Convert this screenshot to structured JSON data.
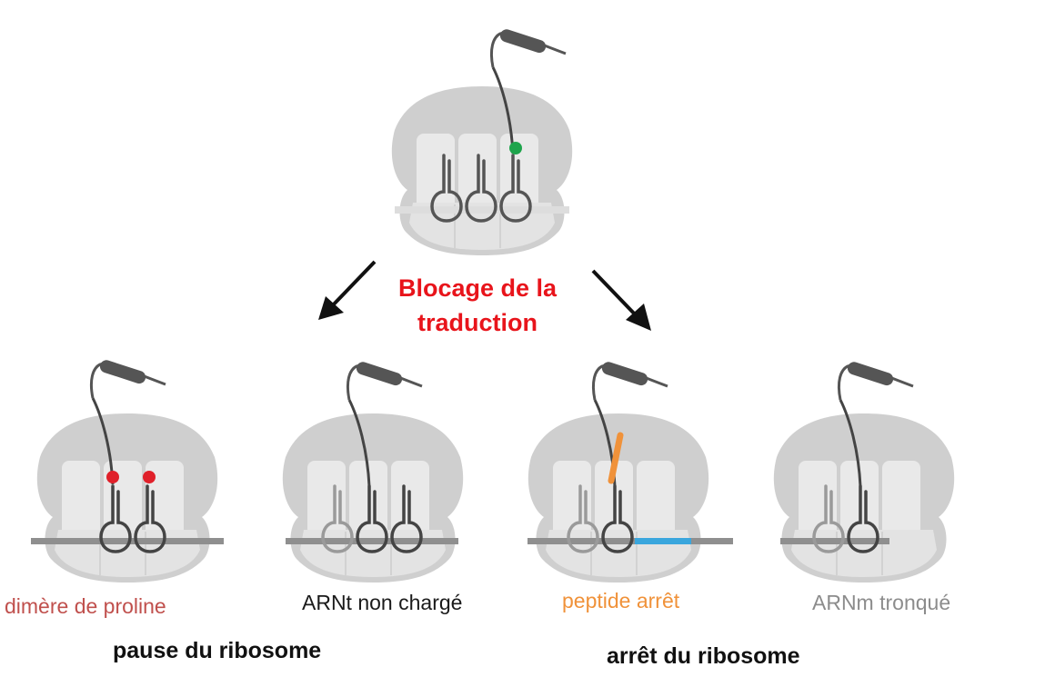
{
  "center_label": {
    "line1": "Blocage de la",
    "line2": "traduction",
    "color": "#e8141b"
  },
  "ribosomes": [
    {
      "id": "center",
      "state": "blocked translation",
      "marker": "green dot",
      "marker_color": "#1ea44c"
    },
    {
      "id": "proline",
      "caption": "dimère de proline",
      "caption_color": "#c0504d",
      "marker": "two red dots",
      "marker_color": "#e0202a"
    },
    {
      "id": "trna",
      "caption": "ARNt non chargé",
      "caption_color": "#1a1a1a",
      "marker": "none"
    },
    {
      "id": "peptide",
      "caption": "peptide arrêt",
      "caption_color": "#f0923a",
      "marker": "orange peptide segment + blue mRNA segment",
      "marker_color": "#f0923a",
      "mrna_color": "#3aa6dd"
    },
    {
      "id": "truncated",
      "caption": "ARNm tronqué",
      "caption_color": "#8c8c8c",
      "marker": "truncated mRNA"
    }
  ],
  "groups": {
    "pause": "pause du ribosome",
    "arrest": "arrêt du ribosome"
  },
  "colors": {
    "ribosome_outer": "#cfcfcf",
    "ribosome_inner": "#e9e9e9",
    "mrna": "#8f8f8f",
    "chain": "#555555",
    "arrow": "#111111"
  }
}
